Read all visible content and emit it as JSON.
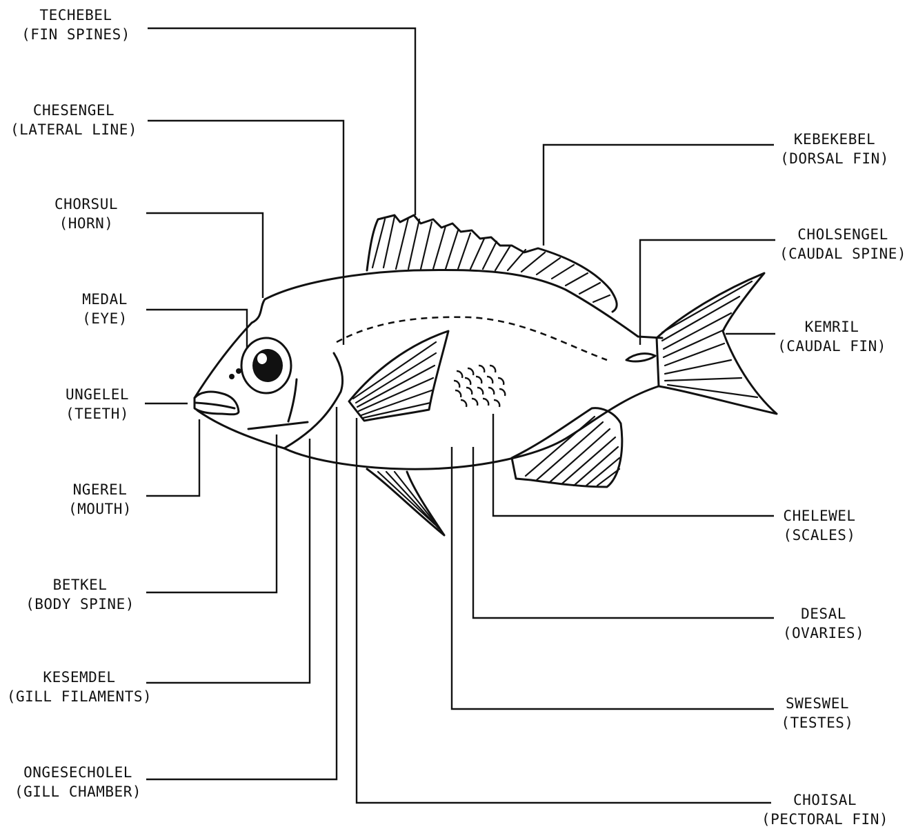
{
  "labels": [
    {
      "id": "techebel",
      "name": "TECHEBEL",
      "english": "(FIN SPINES)"
    },
    {
      "id": "chesengel",
      "name": "CHESENGEL",
      "english": "(LATERAL LINE)"
    },
    {
      "id": "chorsul",
      "name": "CHORSUL",
      "english": "(HORN)"
    },
    {
      "id": "medal",
      "name": "MEDAL",
      "english": "(EYE)"
    },
    {
      "id": "ungelel",
      "name": "UNGELEL",
      "english": "(TEETH)"
    },
    {
      "id": "ngerel",
      "name": "NGEREL",
      "english": "(MOUTH)"
    },
    {
      "id": "betkel",
      "name": "BETKEL",
      "english": "(BODY SPINE)"
    },
    {
      "id": "kesemdel",
      "name": "KESEMDEL",
      "english": "(GILL FILAMENTS)"
    },
    {
      "id": "ongesecholel",
      "name": "ONGESECHOLEL",
      "english": "(GILL CHAMBER)"
    },
    {
      "id": "kebekebel",
      "name": "KEBEKEBEL",
      "english": "(DORSAL FIN)"
    },
    {
      "id": "cholsengel",
      "name": "CHOLSENGEL",
      "english": "(CAUDAL SPINE)"
    },
    {
      "id": "kemril",
      "name": "KEMRIL",
      "english": "(CAUDAL FIN)"
    },
    {
      "id": "chelewel",
      "name": "CHELEWEL",
      "english": "(SCALES)"
    },
    {
      "id": "desal",
      "name": "DESAL",
      "english": "(OVARIES)"
    },
    {
      "id": "sweswel",
      "name": "SWESWEL",
      "english": "(TESTES)"
    },
    {
      "id": "choisal",
      "name": "CHOISAL",
      "english": "(PECTORAL FIN)"
    }
  ]
}
